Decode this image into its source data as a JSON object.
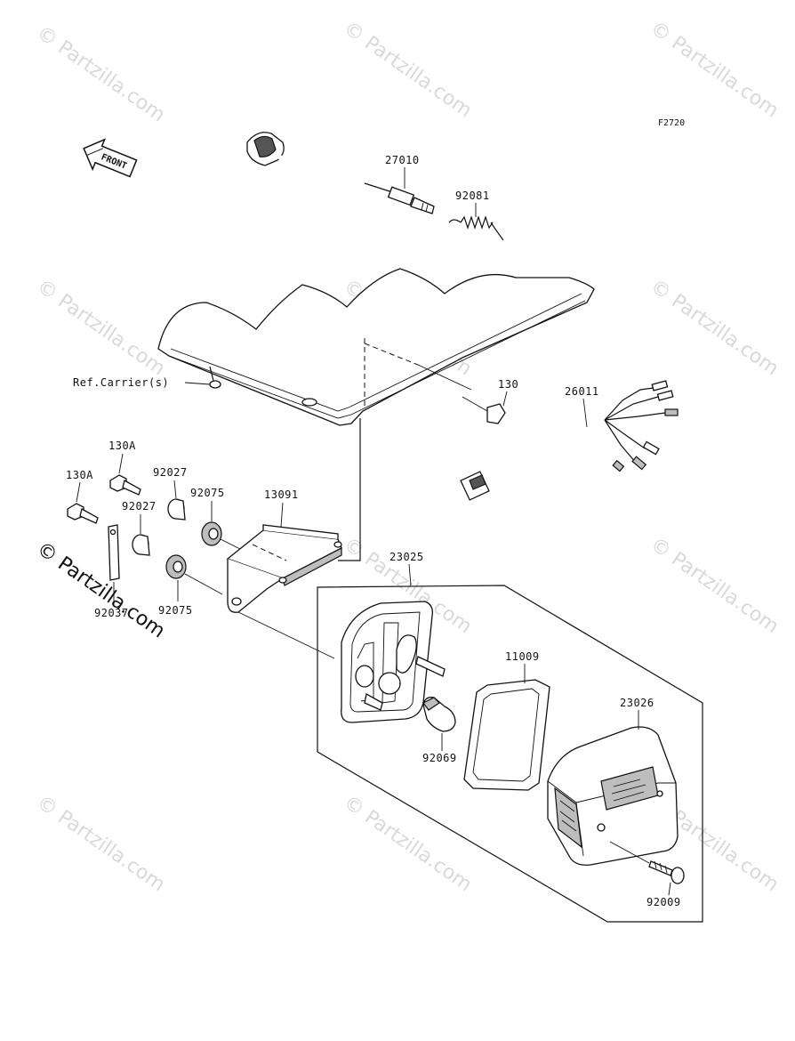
{
  "diagram": {
    "figure_code": "F2720",
    "front_label": "FRONT",
    "labels": {
      "p27010": "27010",
      "p92081": "92081",
      "ref_carrier": "Ref.Carrier(s)",
      "p130": "130",
      "p26011": "26011",
      "p130A_top": "130A",
      "p130A_left": "130A",
      "p92027_top": "92027",
      "p92027_mid": "92027",
      "p92075_top": "92075",
      "p92075_bottom": "92075",
      "p13091": "13091",
      "p92037": "92037",
      "p23025": "23025",
      "p11009": "11009",
      "p92069": "92069",
      "p23026": "23026",
      "p92009": "92009"
    }
  },
  "watermark": {
    "text": "© Partzilla.com"
  }
}
